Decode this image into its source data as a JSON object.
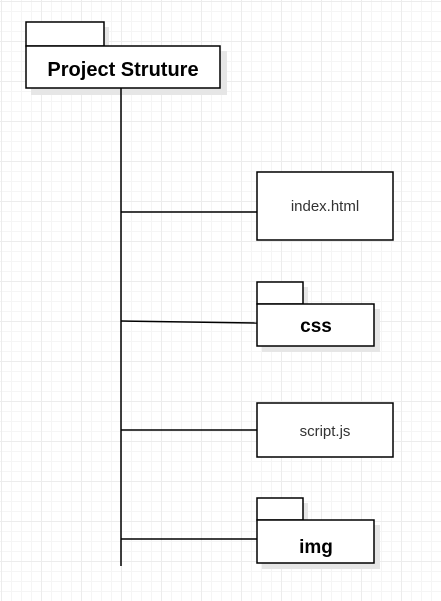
{
  "diagram": {
    "root": {
      "label": "Project Struture",
      "kind": "folder"
    },
    "children": [
      {
        "label": "index.html",
        "kind": "file"
      },
      {
        "label": "css",
        "kind": "folder"
      },
      {
        "label": "script.js",
        "kind": "file"
      },
      {
        "label": "img",
        "kind": "folder"
      }
    ]
  },
  "colors": {
    "stroke": "#000000",
    "fill": "#ffffff",
    "shadow": "#e6e6e6"
  }
}
